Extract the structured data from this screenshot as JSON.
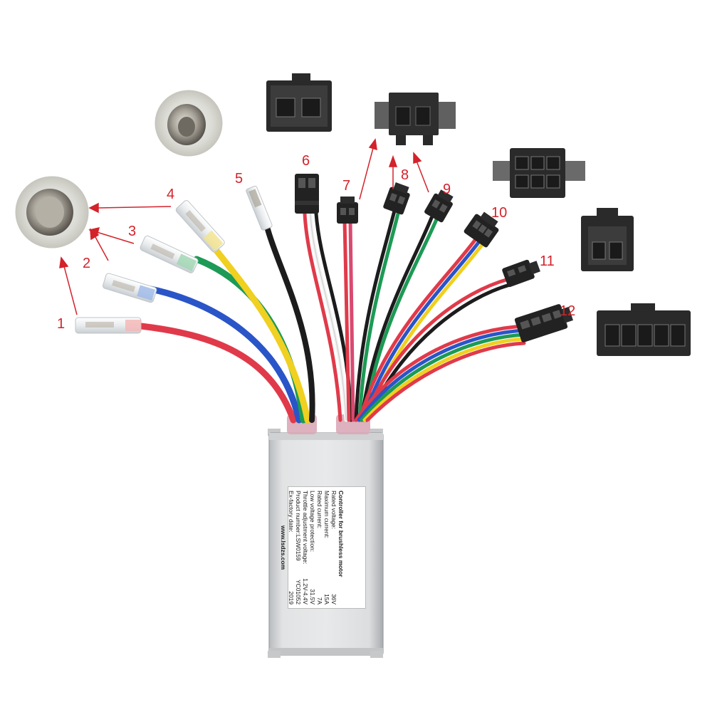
{
  "callouts": [
    "1",
    "2",
    "3",
    "4",
    "5",
    "6",
    "7",
    "8",
    "9",
    "10",
    "11",
    "12"
  ],
  "label": {
    "title": "Controller for brushless motor",
    "rows": [
      {
        "name": "Rated voltage:",
        "value": "36V"
      },
      {
        "name": "Maximum current:",
        "value": "15A"
      },
      {
        "name": "Rated current:",
        "value": "7A"
      },
      {
        "name": "Low voltage protection:",
        "value": "31.5V"
      },
      {
        "name": "Throttle adjustment voltage:",
        "value": "1.2V-4.4V"
      },
      {
        "name": "Product number:LSW0159",
        "value": "YC01052"
      },
      {
        "name": "Ex-factory date:",
        "value": "2019"
      }
    ],
    "website": "www.lsdzs.com"
  },
  "colors": {
    "callout": "#d3232b",
    "red_wire": "#e03a4a",
    "blue_wire": "#2a55c8",
    "green_wire": "#1d9a55",
    "yellow_wire": "#f0d020",
    "black_wire": "#1c1c1c",
    "white_wire": "#f2f2f2",
    "connector": "#333333",
    "housing": "#d9dadb"
  }
}
